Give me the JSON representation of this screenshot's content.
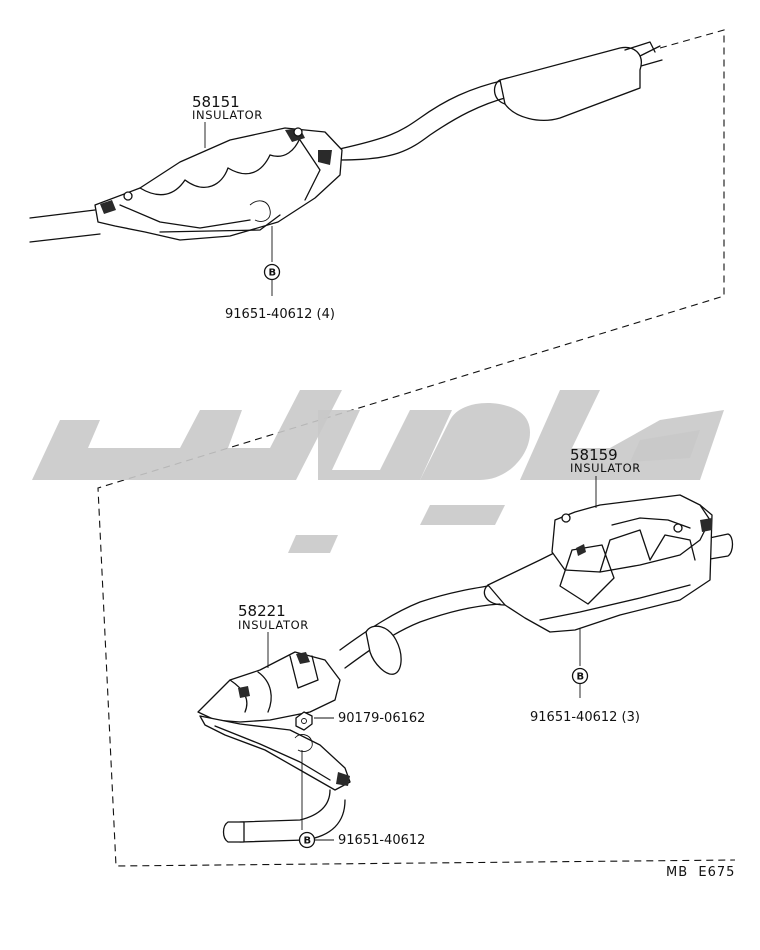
{
  "callouts": {
    "insulator_front": {
      "number": "58151",
      "name": "INSULATOR"
    },
    "insulator_rear": {
      "number": "58159",
      "name": "INSULATOR"
    },
    "insulator_tail": {
      "number": "58221",
      "name": "INSULATOR"
    },
    "bolt_top": {
      "marker": "B",
      "part_number": "91651-40612 (4)"
    },
    "bolt_mid": {
      "marker": "B",
      "part_number": "91651-40612 (3)"
    },
    "nut": {
      "part_number": "90179-06162"
    },
    "bolt_bottom": {
      "marker": "B",
      "part_number": "91651-40612"
    }
  },
  "footer": {
    "reference": "MB  E675"
  }
}
